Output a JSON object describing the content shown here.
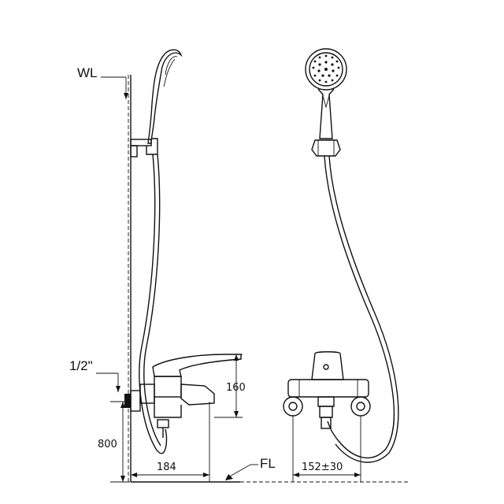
{
  "labels": {
    "wall_level": "WL",
    "floor_level": "FL",
    "connection_size": "1/2\""
  },
  "dimensions": {
    "spout_height": "160",
    "mount_height": "800",
    "projection": "184",
    "center_distance": "152±30"
  },
  "colors": {
    "line": "#111111",
    "background": "#ffffff"
  }
}
